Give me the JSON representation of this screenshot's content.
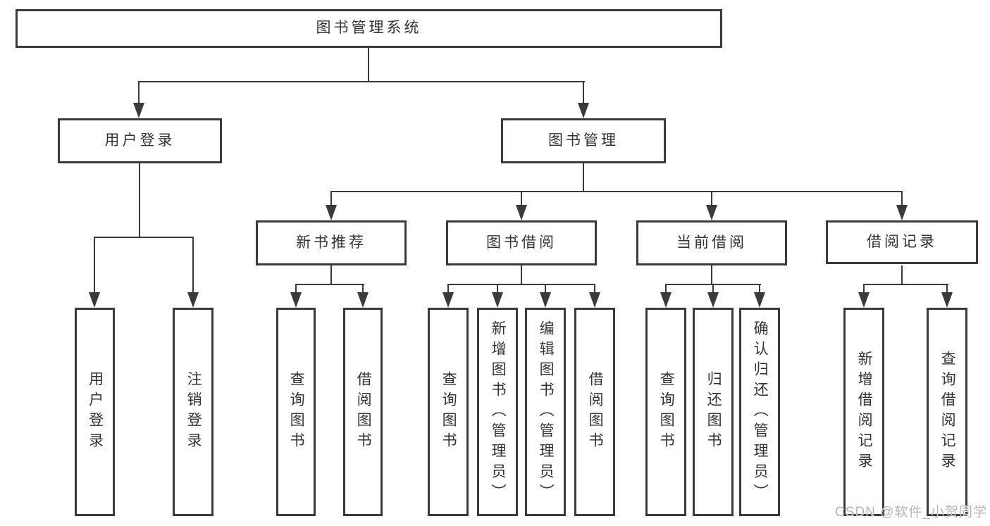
{
  "diagram": {
    "root": {
      "label": "图书管理系统"
    },
    "branches": [
      {
        "label": "用户登录",
        "children": [
          {
            "label": "用户登录"
          },
          {
            "label": "注销登录"
          }
        ]
      },
      {
        "label": "图书管理",
        "children": [
          {
            "label": "新书推荐",
            "children": [
              {
                "label": "查询图书"
              },
              {
                "label": "借阅图书"
              }
            ]
          },
          {
            "label": "图书借阅",
            "children": [
              {
                "label": "查询图书"
              },
              {
                "label": "新增图书（管理员）"
              },
              {
                "label": "编辑图书（管理员）"
              },
              {
                "label": "借阅图书"
              }
            ]
          },
          {
            "label": "当前借阅",
            "children": [
              {
                "label": "查询图书"
              },
              {
                "label": "归还图书"
              },
              {
                "label": "确认归还（管理员）"
              }
            ]
          },
          {
            "label": "借阅记录",
            "children": [
              {
                "label": "新增借阅记录"
              },
              {
                "label": "查询借阅记录"
              }
            ]
          }
        ]
      }
    ]
  },
  "watermark": {
    "text": "CSDN @软件_小贺同学"
  },
  "colors": {
    "line": "#3a3a3a",
    "text": "#333333",
    "bg": "#ffffff",
    "watermark": "#b6b6b6"
  }
}
